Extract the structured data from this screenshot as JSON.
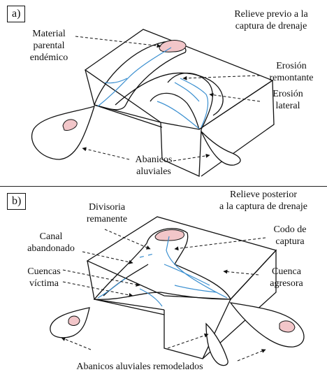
{
  "panel_a": {
    "tag": "a)",
    "title": "Relieve previo a la\ncaptura de drenaje",
    "labels": {
      "material": "Material\nparental\nendémico",
      "erosion_remontante": "Erosión\nremontante",
      "erosion_lateral": "Erosión\nlateral",
      "abanicos": "Abanicos\naluviales"
    }
  },
  "panel_b": {
    "tag": "b)",
    "title": "Relieve posterior\na la captura de drenaje",
    "labels": {
      "divisoria": "Divisoria\nremanente",
      "canal": "Canal\nabandonado",
      "codo": "Codo de\ncaptura",
      "cuencas_victima": "Cuencas\nvíctima",
      "cuenca_agresora": "Cuenca\nagresora",
      "abanicos_remodelados": "Abanicos aluviales remodelados"
    }
  },
  "colors": {
    "stream": "#3a8fd0",
    "parent_material": "#f2c6c9",
    "outline": "#111111"
  }
}
